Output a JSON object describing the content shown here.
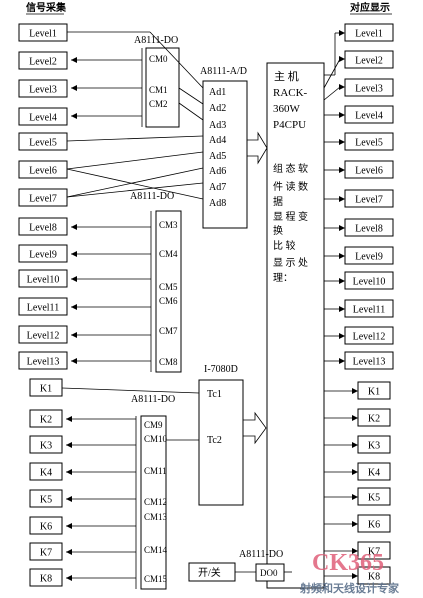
{
  "headings": {
    "left": "信号采集",
    "right": "对应显示"
  },
  "labels": {
    "do_top": "A8111-DO",
    "ad": "A8111-A/D",
    "do_mid": "A8111-DO",
    "i7080": "I-7080D",
    "do_bot": "A8111-DO",
    "do_small": "A8111-DO"
  },
  "left_levels": [
    "Level1",
    "Level2",
    "Level3",
    "Level4",
    "Level5",
    "Level6",
    "Level7",
    "Level8",
    "Level9",
    "Level10",
    "Level11",
    "Level12",
    "Level13"
  ],
  "left_ks": [
    "K1",
    "K2",
    "K3",
    "K4",
    "K5",
    "K6",
    "K7",
    "K8"
  ],
  "right_levels": [
    "Level1",
    "Level2",
    "Level3",
    "Level4",
    "Level5",
    "Level6",
    "Level7",
    "Level8",
    "Level9",
    "Level10",
    "Level11",
    "Level12",
    "Level13"
  ],
  "right_ks": [
    "K1",
    "K2",
    "K3",
    "K4",
    "K5",
    "K6",
    "K7",
    "K8"
  ],
  "cm_top": [
    "CM0",
    "CM1",
    "CM2"
  ],
  "ad_channels": [
    "Ad1",
    "Ad2",
    "Ad3",
    "Ad4",
    "Ad5",
    "Ad6",
    "Ad7",
    "Ad8"
  ],
  "cm_mid": [
    "CM3",
    "CM4",
    "CM5",
    "CM6",
    "CM7",
    "CM8"
  ],
  "tc": [
    "Tc1",
    "Tc2"
  ],
  "cm_bot": [
    "CM9",
    "CM10",
    "CM11",
    "CM12",
    "CM13",
    "CM14",
    "CM15"
  ],
  "main_unit": {
    "line1": "主  机",
    "line2": "RACK-",
    "line3": "360W",
    "line4": "P4CPU",
    "line5": "组 态 软",
    "line6": "件 读 数",
    "line7": "据",
    "line8": "显 程 变",
    "line9": "换",
    "line10": "比 较",
    "line11": "显 示 处",
    "line12": "理："
  },
  "switch_label": "开/关",
  "do_small_channel": "DO0",
  "watermark": {
    "brand": "CK365",
    "site": "射频和天线设计专家"
  }
}
